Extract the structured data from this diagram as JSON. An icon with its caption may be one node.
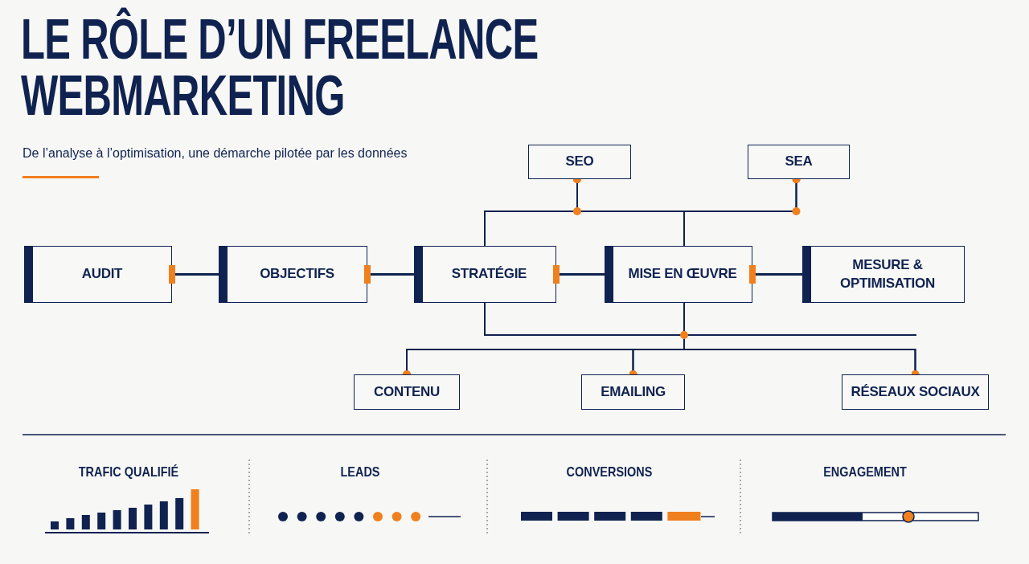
{
  "diagram": {
    "title": "LE RÔLE D’UN FREELANCE WEBMARKETING",
    "nodes": [
      {
        "text": [
          "AUDIT"
        ]
      },
      {
        "text": [
          "OBJECTIFS"
        ]
      },
      {
        "text": [
          "STRATÉGIE"
        ]
      },
      {
        "text": [
          "MISE EN ŒUVRE"
        ]
      },
      {
        "text": [
          "MESURE & OPTIMISATION"
        ]
      },
      {
        "text": [
          "SEO"
        ]
      },
      {
        "text": [
          "SEA"
        ]
      },
      {
        "text": [
          "CONTENU"
        ]
      },
      {
        "text": [
          "EMAILING"
        ]
      },
      {
        "text": [
          "RÉSEAUX SOCIAUX"
        ]
      }
    ],
    "edges": [
      {
        "from": 0,
        "to": 1,
        "arrow": "none"
      },
      {
        "from": 1,
        "to": 2,
        "arrow": "none"
      },
      {
        "from": 2,
        "to": 3,
        "arrow": "none"
      },
      {
        "from": 3,
        "to": 4,
        "arrow": "none"
      },
      {
        "from": 2,
        "to": 5,
        "arrow": "other"
      },
      {
        "from": 3,
        "to": 5,
        "arrow": "other"
      },
      {
        "from": 2,
        "to": 6,
        "arrow": "other"
      },
      {
        "from": 3,
        "to": 6,
        "arrow": "other"
      },
      {
        "from": 2,
        "to": 7,
        "arrow": "other"
      },
      {
        "from": 3,
        "to": 7,
        "arrow": "other"
      },
      {
        "from": 2,
        "to": 8,
        "arrow": "other"
      },
      {
        "from": 3,
        "to": 8,
        "arrow": "other"
      },
      {
        "from": 2,
        "to": 9,
        "arrow": "other"
      },
      {
        "from": 3,
        "to": 9,
        "arrow": "other"
      }
    ],
    "labels": [
      "De l’analyse à l’optimisation, une démarche pilotée par les données",
      "TRAFIC QUALIFIÉ",
      "LEADS",
      "CONVERSIONS",
      "ENGAGEMENT"
    ]
  }
}
